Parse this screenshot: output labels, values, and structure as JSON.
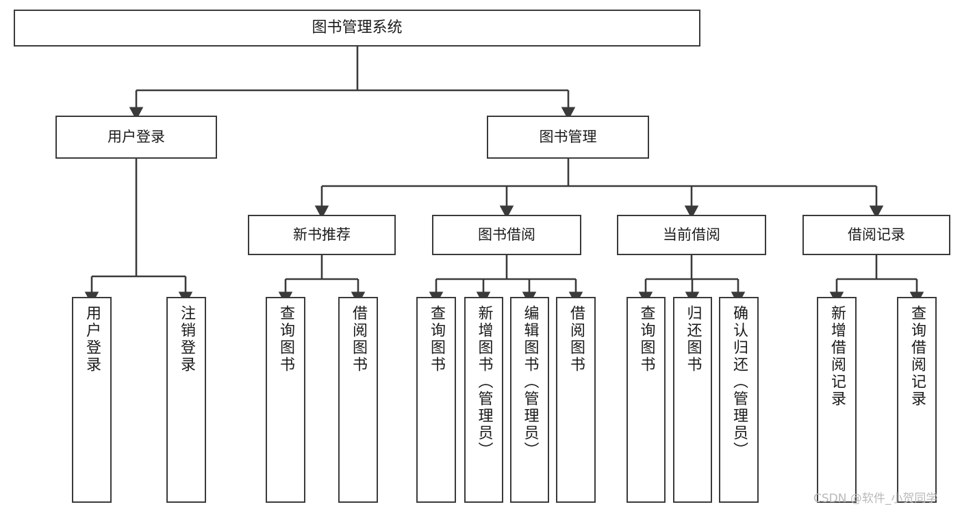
{
  "diagram": {
    "title": "图书管理系统",
    "type": "tree",
    "background_color": "#ffffff",
    "box_border_color": "#3a3a3a",
    "text_color": "#1a1a1a",
    "edge_color": "#3a3a3a"
  },
  "nodes": {
    "root": {
      "label": "图书管理系统"
    },
    "level2": [
      {
        "label": "用户登录"
      },
      {
        "label": "图书管理"
      }
    ],
    "level3": [
      {
        "label": "新书推荐"
      },
      {
        "label": "图书借阅"
      },
      {
        "label": "当前借阅"
      },
      {
        "label": "借阅记录"
      }
    ],
    "leaves_user_login": [
      {
        "label": "用户登录"
      },
      {
        "label": "注销登录"
      }
    ],
    "leaves_new_book": [
      {
        "label": "查询图书"
      },
      {
        "label": "借阅图书"
      }
    ],
    "leaves_borrow": [
      {
        "label": "查询图书"
      },
      {
        "label": "新增图书（管理员）"
      },
      {
        "label": "编辑图书（管理员）"
      },
      {
        "label": "借阅图书"
      }
    ],
    "leaves_current": [
      {
        "label": "查询图书"
      },
      {
        "label": "归还图书"
      },
      {
        "label": "确认归还（管理员）"
      }
    ],
    "leaves_record": [
      {
        "label": "新增借阅记录"
      },
      {
        "label": "查询借阅记录"
      }
    ]
  },
  "watermark": {
    "text": "CSDN @软件_小贺同学"
  }
}
